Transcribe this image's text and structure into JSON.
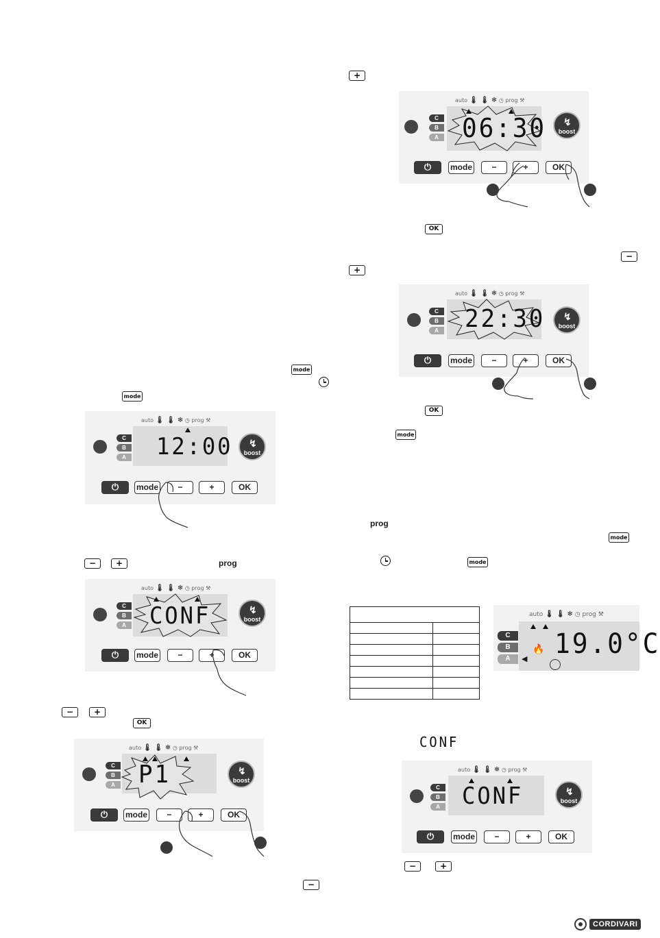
{
  "icons": {
    "plus_key": "+",
    "minus_key": "−",
    "ok_key": "OK",
    "mode_key": "mode"
  },
  "words": {
    "prog": "prog"
  },
  "panel": {
    "status_auto": "auto",
    "status_prog": "prog",
    "label_c": "C",
    "label_b": "B",
    "label_a": "A",
    "boost": "boost",
    "btn_mode": "mode",
    "btn_minus": "−",
    "btn_plus": "+",
    "btn_ok": "OK"
  },
  "displays": {
    "d1": "06:30",
    "d2": "22:30",
    "d3": "12:00",
    "d4": "CONF",
    "d5": "P1",
    "d6": "19.0°C",
    "d7": "CONF",
    "inline_conf": "CONF"
  },
  "footer": {
    "brand": "CORDIVARI"
  },
  "colors": {
    "panel_bg": "#f2f2f2",
    "screen_bg": "#dcdcdc",
    "dark": "#3a3a3a"
  }
}
